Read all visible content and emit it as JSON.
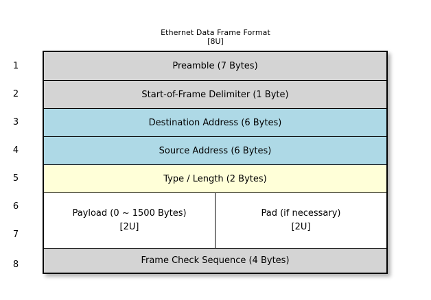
{
  "title": {
    "main": "Ethernet Data Frame Format",
    "sub": "[8U]"
  },
  "colors": {
    "gray": "#d4d4d4",
    "blue": "#aed9e6",
    "cream": "#ffffd8",
    "white": "#ffffff",
    "border": "#000000"
  },
  "row_numbers": [
    "1",
    "2",
    "3",
    "4",
    "5",
    "6",
    "7",
    "8"
  ],
  "rows": [
    {
      "number": "1",
      "label": "Preamble (7 Bytes)",
      "fill": "gray"
    },
    {
      "number": "2",
      "label": "Start-of-Frame Delimiter (1 Byte)",
      "fill": "gray"
    },
    {
      "number": "3",
      "label": "Destination Address (6 Bytes)",
      "fill": "blue"
    },
    {
      "number": "4",
      "label": "Source Address (6 Bytes)",
      "fill": "blue"
    },
    {
      "number": "5",
      "label": "Type / Length (2 Bytes)",
      "fill": "cream"
    },
    {
      "number": "8",
      "label": "Frame Check Sequence (4 Bytes)",
      "fill": "gray"
    }
  ],
  "payload_row": {
    "numbers": [
      "6",
      "7"
    ],
    "fill": "white",
    "left": {
      "label": "Payload (0 ~ 1500 Bytes)",
      "annotation": "[2U]"
    },
    "right": {
      "label": "Pad (if necessary)",
      "annotation": "[2U]"
    }
  }
}
